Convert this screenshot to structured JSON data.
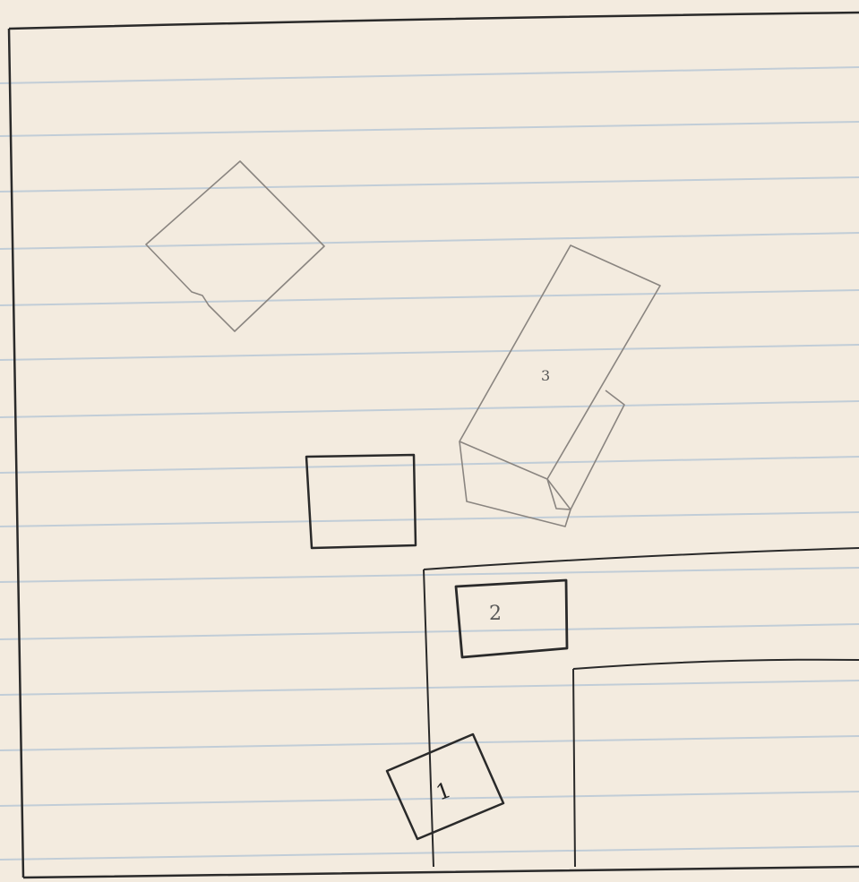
{
  "sketch": {
    "labels": {
      "box3": "3",
      "box2": "2",
      "box1": "1"
    },
    "colors": {
      "paper": "#f3ebdf",
      "rule_line": "#b9c8d6",
      "ink_dark": "#2a2a2a",
      "ink_light": "#8a8580"
    }
  }
}
